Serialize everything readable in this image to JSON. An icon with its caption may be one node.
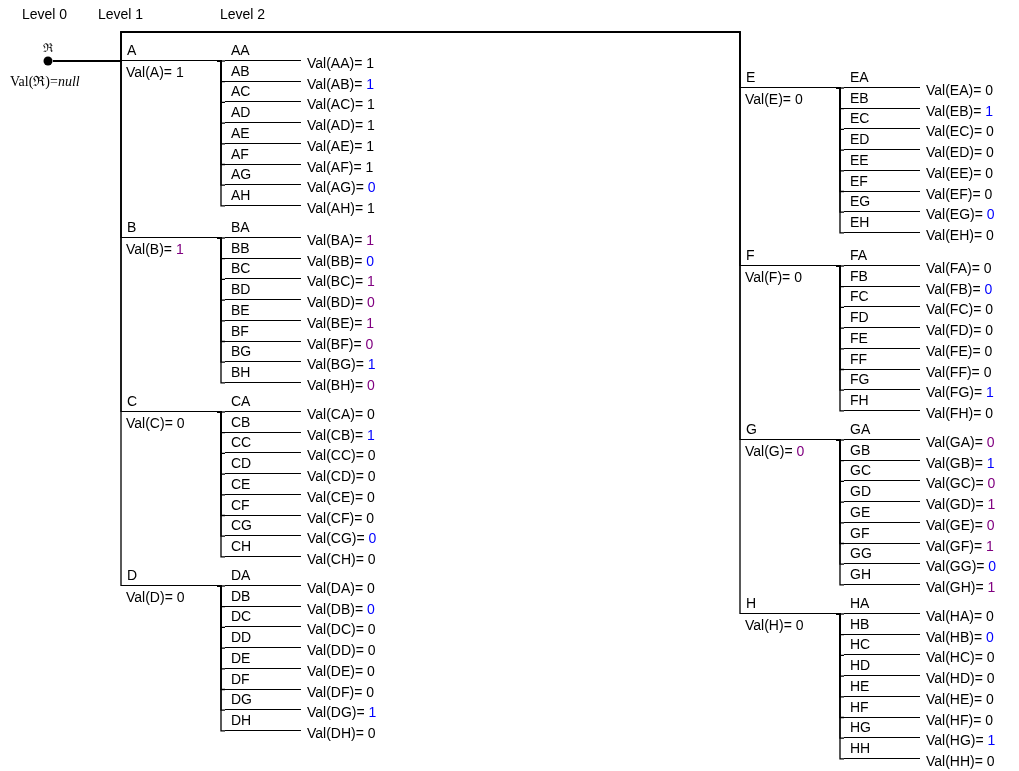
{
  "diagram": {
    "nodes": [
      {
        "text": [
          "ℜ"
        ],
        "beside": [
          "Val(ℜ)=*null*"
        ]
      },
      {
        "text": [
          "A"
        ],
        "beside": [
          "Val(A)= 1"
        ]
      },
      {
        "text": [
          "AA"
        ],
        "beside": [
          "Val(AA)= 1"
        ]
      },
      {
        "text": [
          "AB"
        ],
        "beside": [
          "Val(AB)= 1"
        ]
      },
      {
        "text": [
          "AC"
        ],
        "beside": [
          "Val(AC)= 1"
        ]
      },
      {
        "text": [
          "AD"
        ],
        "beside": [
          "Val(AD)= 1"
        ]
      },
      {
        "text": [
          "AE"
        ],
        "beside": [
          "Val(AE)= 1"
        ]
      },
      {
        "text": [
          "AF"
        ],
        "beside": [
          "Val(AF)= 1"
        ]
      },
      {
        "text": [
          "AG"
        ],
        "beside": [
          "Val(AG)= 0"
        ]
      },
      {
        "text": [
          "AH"
        ],
        "beside": [
          "Val(AH)= 1"
        ]
      },
      {
        "text": [
          "B"
        ],
        "beside": [
          "Val(B)= 1"
        ]
      },
      {
        "text": [
          "BA"
        ],
        "beside": [
          "Val(BA)= 1"
        ]
      },
      {
        "text": [
          "BB"
        ],
        "beside": [
          "Val(BB)= 0"
        ]
      },
      {
        "text": [
          "BC"
        ],
        "beside": [
          "Val(BC)= 1"
        ]
      },
      {
        "text": [
          "BD"
        ],
        "beside": [
          "Val(BD)= 0"
        ]
      },
      {
        "text": [
          "BE"
        ],
        "beside": [
          "Val(BE)= 1"
        ]
      },
      {
        "text": [
          "BF"
        ],
        "beside": [
          "Val(BF)= 0"
        ]
      },
      {
        "text": [
          "BG"
        ],
        "beside": [
          "Val(BG)= 1"
        ]
      },
      {
        "text": [
          "BH"
        ],
        "beside": [
          "Val(BH)= 0"
        ]
      },
      {
        "text": [
          "C"
        ],
        "beside": [
          "Val(C)= 0"
        ]
      },
      {
        "text": [
          "CA"
        ],
        "beside": [
          "Val(CA)= 0"
        ]
      },
      {
        "text": [
          "CB"
        ],
        "beside": [
          "Val(CB)= 1"
        ]
      },
      {
        "text": [
          "CC"
        ],
        "beside": [
          "Val(CC)= 0"
        ]
      },
      {
        "text": [
          "CD"
        ],
        "beside": [
          "Val(CD)= 0"
        ]
      },
      {
        "text": [
          "CE"
        ],
        "beside": [
          "Val(CE)= 0"
        ]
      },
      {
        "text": [
          "CF"
        ],
        "beside": [
          "Val(CF)= 0"
        ]
      },
      {
        "text": [
          "CG"
        ],
        "beside": [
          "Val(CG)= 0"
        ]
      },
      {
        "text": [
          "CH"
        ],
        "beside": [
          "Val(CH)= 0"
        ]
      },
      {
        "text": [
          "D"
        ],
        "beside": [
          "Val(D)= 0"
        ]
      },
      {
        "text": [
          "DA"
        ],
        "beside": [
          "Val(DA)= 0"
        ]
      },
      {
        "text": [
          "DB"
        ],
        "beside": [
          "Val(DB)= 0"
        ]
      },
      {
        "text": [
          "DC"
        ],
        "beside": [
          "Val(DC)= 0"
        ]
      },
      {
        "text": [
          "DD"
        ],
        "beside": [
          "Val(DD)= 0"
        ]
      },
      {
        "text": [
          "DE"
        ],
        "beside": [
          "Val(DE)= 0"
        ]
      },
      {
        "text": [
          "DF"
        ],
        "beside": [
          "Val(DF)= 0"
        ]
      },
      {
        "text": [
          "DG"
        ],
        "beside": [
          "Val(DG)= 1"
        ]
      },
      {
        "text": [
          "DH"
        ],
        "beside": [
          "Val(DH)= 0"
        ]
      },
      {
        "text": [
          "E"
        ],
        "beside": [
          "Val(E)= 0"
        ]
      },
      {
        "text": [
          "EA"
        ],
        "beside": [
          "Val(EA)= 0"
        ]
      },
      {
        "text": [
          "EB"
        ],
        "beside": [
          "Val(EB)= 1"
        ]
      },
      {
        "text": [
          "EC"
        ],
        "beside": [
          "Val(EC)= 0"
        ]
      },
      {
        "text": [
          "ED"
        ],
        "beside": [
          "Val(ED)= 0"
        ]
      },
      {
        "text": [
          "EE"
        ],
        "beside": [
          "Val(EE)= 0"
        ]
      },
      {
        "text": [
          "EF"
        ],
        "beside": [
          "Val(EF)= 0"
        ]
      },
      {
        "text": [
          "EG"
        ],
        "beside": [
          "Val(EG)= 0"
        ]
      },
      {
        "text": [
          "EH"
        ],
        "beside": [
          "Val(EH)= 0"
        ]
      },
      {
        "text": [
          "F"
        ],
        "beside": [
          "Val(F)= 0"
        ]
      },
      {
        "text": [
          "FA"
        ],
        "beside": [
          "Val(FA)= 0"
        ]
      },
      {
        "text": [
          "FB"
        ],
        "beside": [
          "Val(FB)= 0"
        ]
      },
      {
        "text": [
          "FC"
        ],
        "beside": [
          "Val(FC)= 0"
        ]
      },
      {
        "text": [
          "FD"
        ],
        "beside": [
          "Val(FD)= 0"
        ]
      },
      {
        "text": [
          "FE"
        ],
        "beside": [
          "Val(FE)= 0"
        ]
      },
      {
        "text": [
          "FF"
        ],
        "beside": [
          "Val(FF)= 0"
        ]
      },
      {
        "text": [
          "FG"
        ],
        "beside": [
          "Val(FG)= 1"
        ]
      },
      {
        "text": [
          "FH"
        ],
        "beside": [
          "Val(FH)= 0"
        ]
      },
      {
        "text": [
          "G"
        ],
        "beside": [
          "Val(G)= 0"
        ]
      },
      {
        "text": [
          "GA"
        ],
        "beside": [
          "Val(GA)= 0"
        ]
      },
      {
        "text": [
          "GB"
        ],
        "beside": [
          "Val(GB)= 1"
        ]
      },
      {
        "text": [
          "GC"
        ],
        "beside": [
          "Val(GC)= 0"
        ]
      },
      {
        "text": [
          "GD"
        ],
        "beside": [
          "Val(GD)= 1"
        ]
      },
      {
        "text": [
          "GE"
        ],
        "beside": [
          "Val(GE)= 0"
        ]
      },
      {
        "text": [
          "GF"
        ],
        "beside": [
          "Val(GF)= 1"
        ]
      },
      {
        "text": [
          "GG"
        ],
        "beside": [
          "Val(GG)= 0"
        ]
      },
      {
        "text": [
          "GH"
        ],
        "beside": [
          "Val(GH)= 1"
        ]
      },
      {
        "text": [
          "H"
        ],
        "beside": [
          "Val(H)= 0"
        ]
      },
      {
        "text": [
          "HA"
        ],
        "beside": [
          "Val(HA)= 0"
        ]
      },
      {
        "text": [
          "HB"
        ],
        "beside": [
          "Val(HB)= 0"
        ]
      },
      {
        "text": [
          "HC"
        ],
        "beside": [
          "Val(HC)= 0"
        ]
      },
      {
        "text": [
          "HD"
        ],
        "beside": [
          "Val(HD)= 0"
        ]
      },
      {
        "text": [
          "HE"
        ],
        "beside": [
          "Val(HE)= 0"
        ]
      },
      {
        "text": [
          "HF"
        ],
        "beside": [
          "Val(HF)= 0"
        ]
      },
      {
        "text": [
          "HG"
        ],
        "beside": [
          "Val(HG)= 1"
        ]
      },
      {
        "text": [
          "HH"
        ],
        "beside": [
          "Val(HH)= 0"
        ]
      }
    ],
    "edges": [
      {
        "from": 0,
        "to": 1,
        "arrow": "none"
      },
      {
        "from": 1,
        "to": 2,
        "arrow": "none"
      },
      {
        "from": 1,
        "to": 3,
        "arrow": "none"
      },
      {
        "from": 1,
        "to": 4,
        "arrow": "none"
      },
      {
        "from": 1,
        "to": 5,
        "arrow": "none"
      },
      {
        "from": 1,
        "to": 6,
        "arrow": "none"
      },
      {
        "from": 1,
        "to": 7,
        "arrow": "none"
      },
      {
        "from": 1,
        "to": 8,
        "arrow": "none"
      },
      {
        "from": 1,
        "to": 9,
        "arrow": "none"
      },
      {
        "from": 0,
        "to": 10,
        "arrow": "none"
      },
      {
        "from": 10,
        "to": 11,
        "arrow": "none"
      },
      {
        "from": 10,
        "to": 12,
        "arrow": "none"
      },
      {
        "from": 10,
        "to": 13,
        "arrow": "none"
      },
      {
        "from": 10,
        "to": 14,
        "arrow": "none"
      },
      {
        "from": 10,
        "to": 15,
        "arrow": "none"
      },
      {
        "from": 10,
        "to": 16,
        "arrow": "none"
      },
      {
        "from": 10,
        "to": 17,
        "arrow": "none"
      },
      {
        "from": 10,
        "to": 18,
        "arrow": "none"
      },
      {
        "from": 0,
        "to": 19,
        "arrow": "none"
      },
      {
        "from": 19,
        "to": 20,
        "arrow": "none"
      },
      {
        "from": 19,
        "to": 21,
        "arrow": "none"
      },
      {
        "from": 19,
        "to": 22,
        "arrow": "none"
      },
      {
        "from": 19,
        "to": 23,
        "arrow": "none"
      },
      {
        "from": 19,
        "to": 24,
        "arrow": "none"
      },
      {
        "from": 19,
        "to": 25,
        "arrow": "none"
      },
      {
        "from": 19,
        "to": 26,
        "arrow": "none"
      },
      {
        "from": 19,
        "to": 27,
        "arrow": "none"
      },
      {
        "from": 0,
        "to": 28,
        "arrow": "none"
      },
      {
        "from": 28,
        "to": 29,
        "arrow": "none"
      },
      {
        "from": 28,
        "to": 30,
        "arrow": "none"
      },
      {
        "from": 28,
        "to": 31,
        "arrow": "none"
      },
      {
        "from": 28,
        "to": 32,
        "arrow": "none"
      },
      {
        "from": 28,
        "to": 33,
        "arrow": "none"
      },
      {
        "from": 28,
        "to": 34,
        "arrow": "none"
      },
      {
        "from": 28,
        "to": 35,
        "arrow": "none"
      },
      {
        "from": 28,
        "to": 36,
        "arrow": "none"
      },
      {
        "from": 0,
        "to": 37,
        "arrow": "none"
      },
      {
        "from": 37,
        "to": 38,
        "arrow": "none"
      },
      {
        "from": 37,
        "to": 39,
        "arrow": "none"
      },
      {
        "from": 37,
        "to": 40,
        "arrow": "none"
      },
      {
        "from": 37,
        "to": 41,
        "arrow": "none"
      },
      {
        "from": 37,
        "to": 42,
        "arrow": "none"
      },
      {
        "from": 37,
        "to": 43,
        "arrow": "none"
      },
      {
        "from": 37,
        "to": 44,
        "arrow": "none"
      },
      {
        "from": 37,
        "to": 45,
        "arrow": "none"
      },
      {
        "from": 0,
        "to": 46,
        "arrow": "none"
      },
      {
        "from": 46,
        "to": 47,
        "arrow": "none"
      },
      {
        "from": 46,
        "to": 48,
        "arrow": "none"
      },
      {
        "from": 46,
        "to": 49,
        "arrow": "none"
      },
      {
        "from": 46,
        "to": 50,
        "arrow": "none"
      },
      {
        "from": 46,
        "to": 51,
        "arrow": "none"
      },
      {
        "from": 46,
        "to": 52,
        "arrow": "none"
      },
      {
        "from": 46,
        "to": 53,
        "arrow": "none"
      },
      {
        "from": 46,
        "to": 54,
        "arrow": "none"
      },
      {
        "from": 0,
        "to": 55,
        "arrow": "none"
      },
      {
        "from": 55,
        "to": 56,
        "arrow": "none"
      },
      {
        "from": 55,
        "to": 57,
        "arrow": "none"
      },
      {
        "from": 55,
        "to": 58,
        "arrow": "none"
      },
      {
        "from": 55,
        "to": 59,
        "arrow": "none"
      },
      {
        "from": 55,
        "to": 60,
        "arrow": "none"
      },
      {
        "from": 55,
        "to": 61,
        "arrow": "none"
      },
      {
        "from": 55,
        "to": 62,
        "arrow": "none"
      },
      {
        "from": 55,
        "to": 63,
        "arrow": "none"
      },
      {
        "from": 0,
        "to": 64,
        "arrow": "none"
      },
      {
        "from": 64,
        "to": 65,
        "arrow": "none"
      },
      {
        "from": 64,
        "to": 66,
        "arrow": "none"
      },
      {
        "from": 64,
        "to": 67,
        "arrow": "none"
      },
      {
        "from": 64,
        "to": 68,
        "arrow": "none"
      },
      {
        "from": 64,
        "to": 69,
        "arrow": "none"
      },
      {
        "from": 64,
        "to": 70,
        "arrow": "none"
      },
      {
        "from": 64,
        "to": 71,
        "arrow": "none"
      },
      {
        "from": 64,
        "to": 72,
        "arrow": "none"
      }
    ],
    "labels": [
      "Level 0",
      "Level 1",
      "Level 2"
    ]
  }
}
